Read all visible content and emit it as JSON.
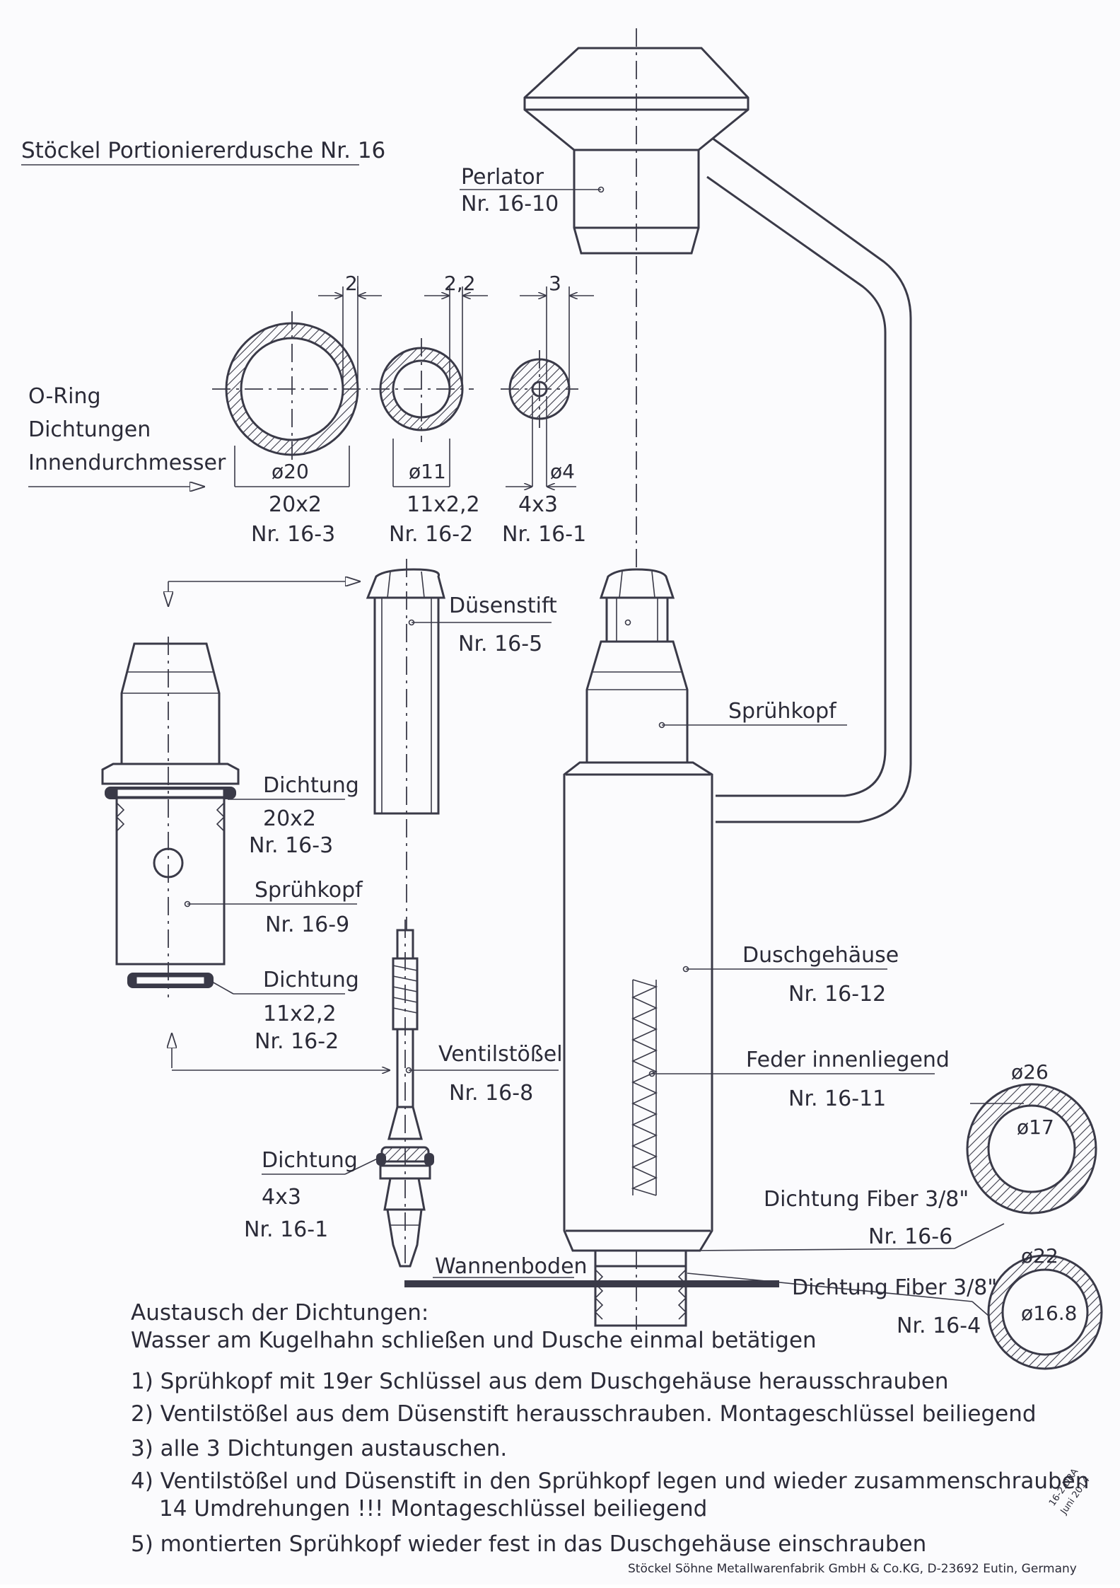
{
  "title": "Stöckel Portioniererdusche Nr. 16",
  "oring_section": {
    "heading_lines": [
      "O-Ring",
      "Dichtungen",
      "Innendurchmesser"
    ],
    "rings": [
      {
        "thickness": "2",
        "diameter": "ø20",
        "size": "20x2",
        "part": "Nr. 16-3"
      },
      {
        "thickness": "2,2",
        "diameter": "ø11",
        "size": "11x2,2",
        "part": "Nr. 16-2"
      },
      {
        "thickness": "3",
        "diameter": "ø4",
        "size": "4x3",
        "part": "Nr. 16-1"
      }
    ]
  },
  "labels": {
    "perlator": {
      "name": "Perlator",
      "part": "Nr. 16-10"
    },
    "duesenstift": {
      "name": "Düsenstift",
      "part": "Nr. 16-5"
    },
    "spruehkopf_main": {
      "name": "Sprühkopf"
    },
    "dichtung_20": {
      "name": "Dichtung",
      "size": "20x2",
      "part": "Nr. 16-3"
    },
    "spruehkopf_detail": {
      "name": "Sprühkopf",
      "part": "Nr. 16-9"
    },
    "dichtung_11": {
      "name": "Dichtung",
      "size": "11x2,2",
      "part": "Nr. 16-2"
    },
    "ventilstoessel": {
      "name": "Ventilstößel",
      "part": "Nr. 16-8"
    },
    "dichtung_4": {
      "name": "Dichtung",
      "size": "4x3",
      "part": "Nr. 16-1"
    },
    "duschgehaeuse": {
      "name": "Duschgehäuse",
      "part": "Nr. 16-12"
    },
    "feder": {
      "name": "Feder innenliegend",
      "part": "Nr. 16-11"
    },
    "fiber_1": {
      "name": "Dichtung Fiber 3/8\"",
      "part": "Nr. 16-6"
    },
    "fiber_2": {
      "name": "Dichtung Fiber 3/8\"",
      "part": "Nr. 16-4"
    },
    "wannenboden": "Wannenboden",
    "washer_1": {
      "outer": "ø26",
      "inner": "ø17"
    },
    "washer_2": {
      "outer": "ø22",
      "inner": "ø16.8"
    }
  },
  "instructions": {
    "heading": "Austausch der Dichtungen:",
    "subheading": "Wasser am Kugelhahn schließen und Dusche einmal betätigen",
    "steps": [
      "1) Sprühkopf mit 19er Schlüssel aus dem Duschgehäuse herausschrauben",
      "2) Ventilstößel aus dem Düsenstift herausschrauben. Montageschlüssel beiliegend",
      "3) alle 3 Dichtungen austauschen.",
      "4) Ventilstößel und Düsenstift in den Sprühkopf legen und wieder zusammenschrauben",
      "14 Umdrehungen !!!   Montageschlüssel beiliegend",
      "5) montierten Sprühkopf wieder fest in das Duschgehäuse einschrauben"
    ]
  },
  "stamp": {
    "line1": "16-2.DRA",
    "line2": "Juni 2014"
  },
  "footer": "Stöckel Söhne Metallwarenfabrik GmbH & Co.KG, D-23692 Eutin, Germany"
}
